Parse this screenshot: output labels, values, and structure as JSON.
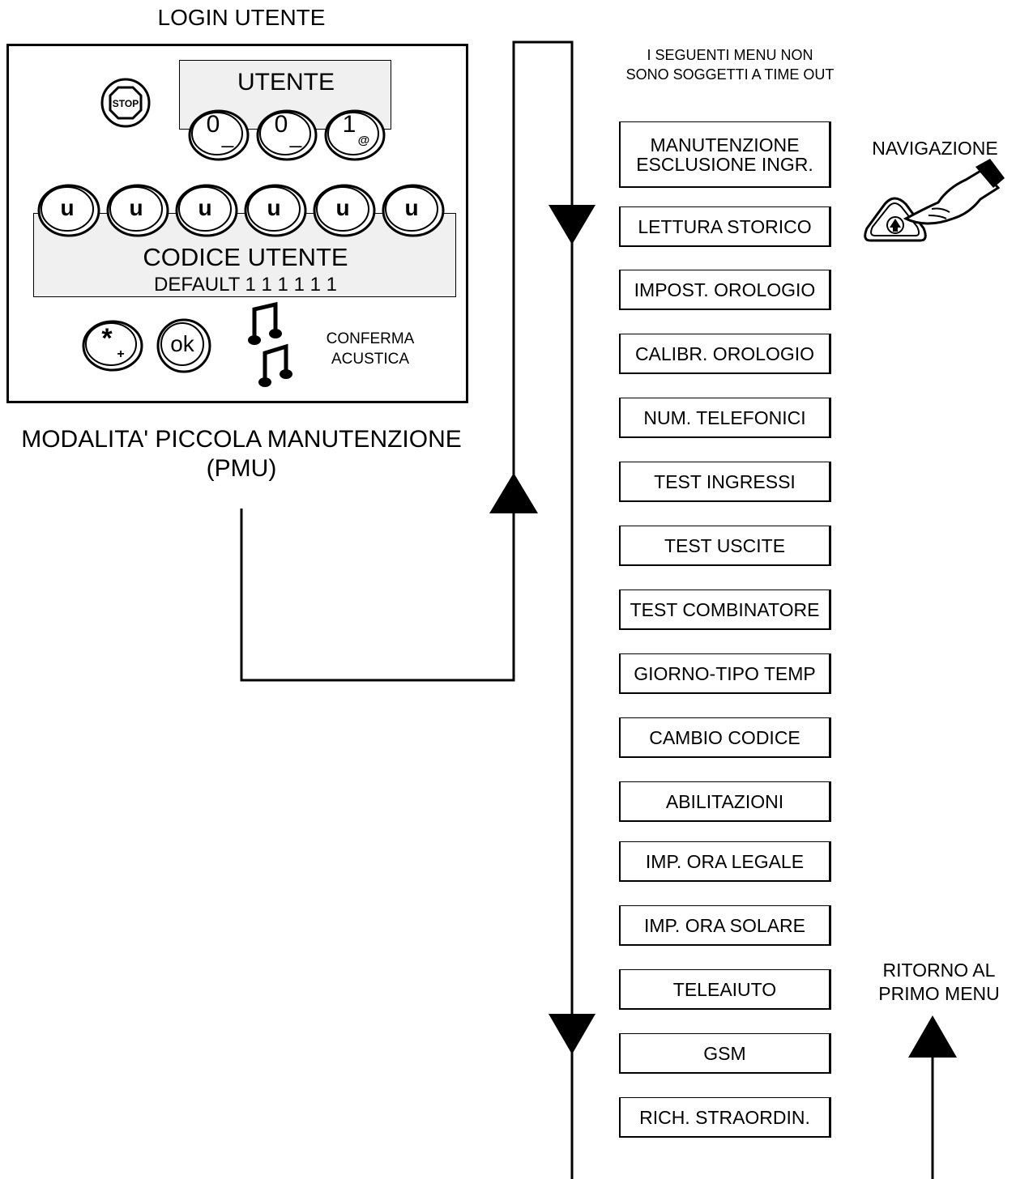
{
  "panel": {
    "title": "LOGIN UTENTE",
    "stop_label": "STOP",
    "user_display": {
      "label": "UTENTE",
      "keys": [
        "0",
        "0",
        "1"
      ],
      "sub_marks": [
        "_",
        "_",
        "@"
      ]
    },
    "code_keys": [
      "u",
      "u",
      "u",
      "u",
      "u",
      "u"
    ],
    "code_label": "CODICE UTENTE",
    "default_label": "DEFAULT  1 1 1 1 1 1",
    "star_key": "*",
    "star_sub": "+",
    "ok_key": "ok",
    "acoustic_label": "CONFERMA\nACUSTICA"
  },
  "mode_label": "MODALITA' PICCOLA MANUTENZIONE",
  "mode_abbr": "(PMU)",
  "timeout_note": "I SEGUENTI MENU NON\nSONO SOGGETTI A TIME OUT",
  "navigation_label": "NAVIGAZIONE",
  "return_label": "RITORNO AL\nPRIMO MENU",
  "menu_items": [
    "MANUTENZIONE\nESCLUSIONE INGR.",
    "LETTURA STORICO",
    "IMPOST. OROLOGIO",
    "CALIBR. OROLOGIO",
    "NUM. TELEFONICI",
    "TEST INGRESSI",
    "TEST USCITE",
    "TEST COMBINATORE",
    "GIORNO-TIPO TEMP",
    "CAMBIO CODICE",
    "ABILITAZIONI",
    "IMP. ORA LEGALE",
    "IMP. ORA SOLARE",
    "TELEAIUTO",
    "GSM",
    "RICH. STRAORDIN."
  ],
  "icons": {
    "stop": "stop-key-icon",
    "music": "music-note-icon",
    "hand": "pointing-hand-icon",
    "nav_up": "up-arrow-key-icon"
  }
}
